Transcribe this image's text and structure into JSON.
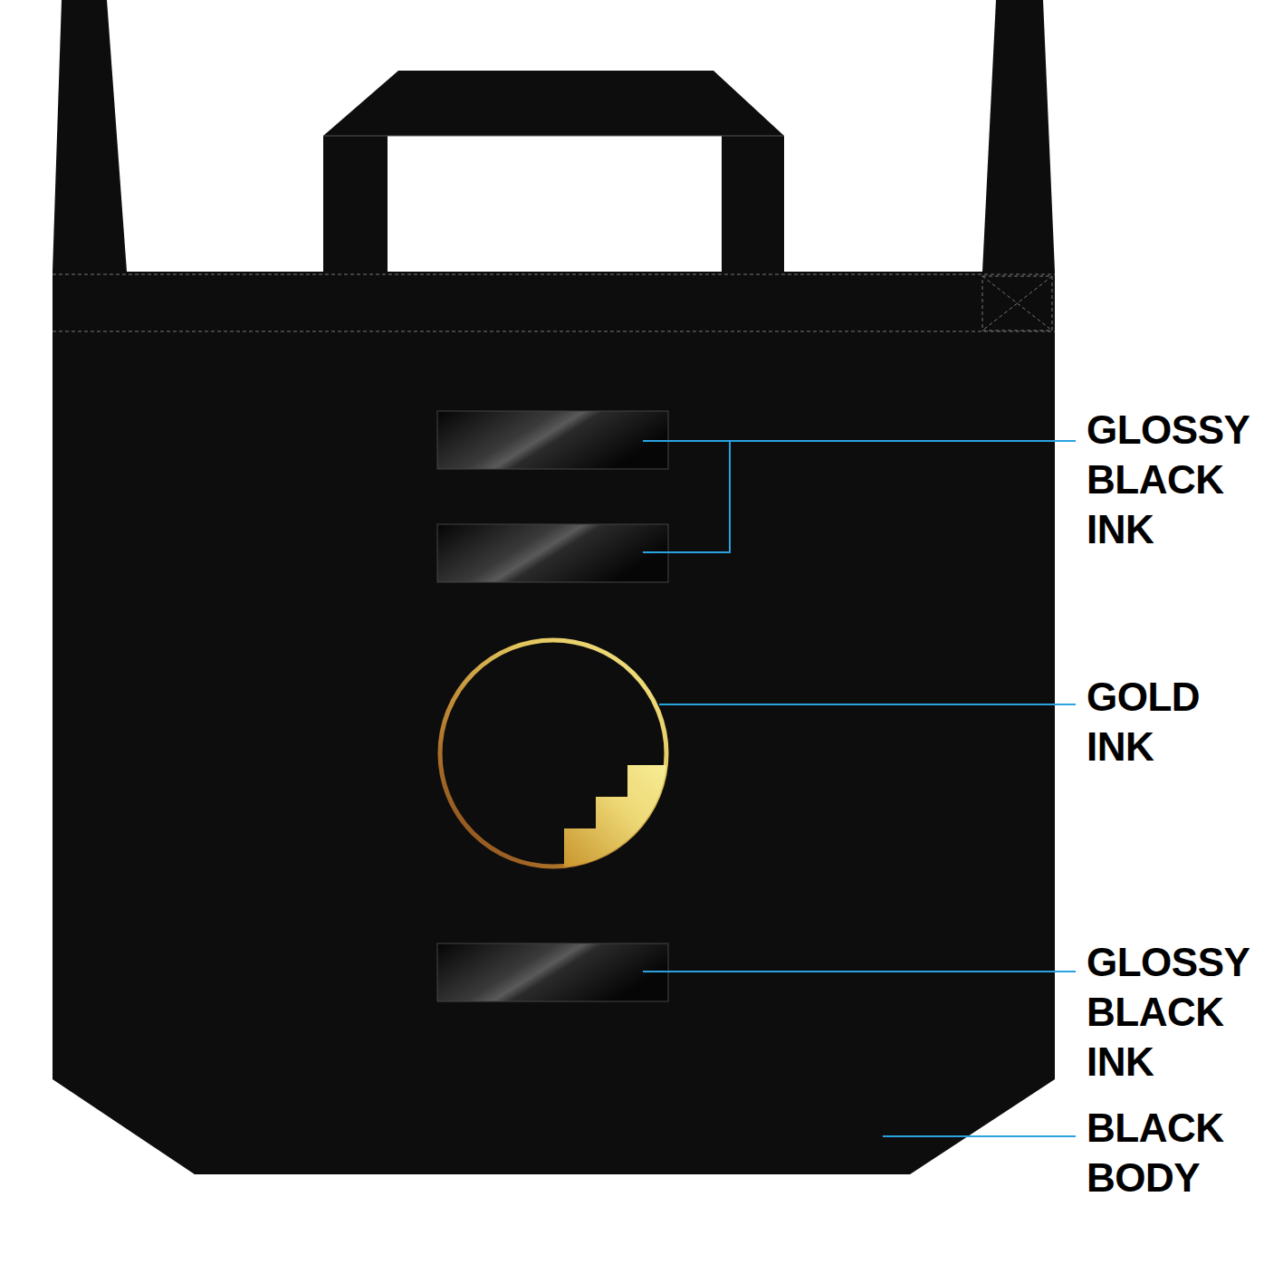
{
  "diagram": {
    "labels": [
      "GLOSSY BLACK INK",
      "GOLD INK",
      "GLOSSY BLACK INK",
      "BLACK BODY"
    ]
  }
}
